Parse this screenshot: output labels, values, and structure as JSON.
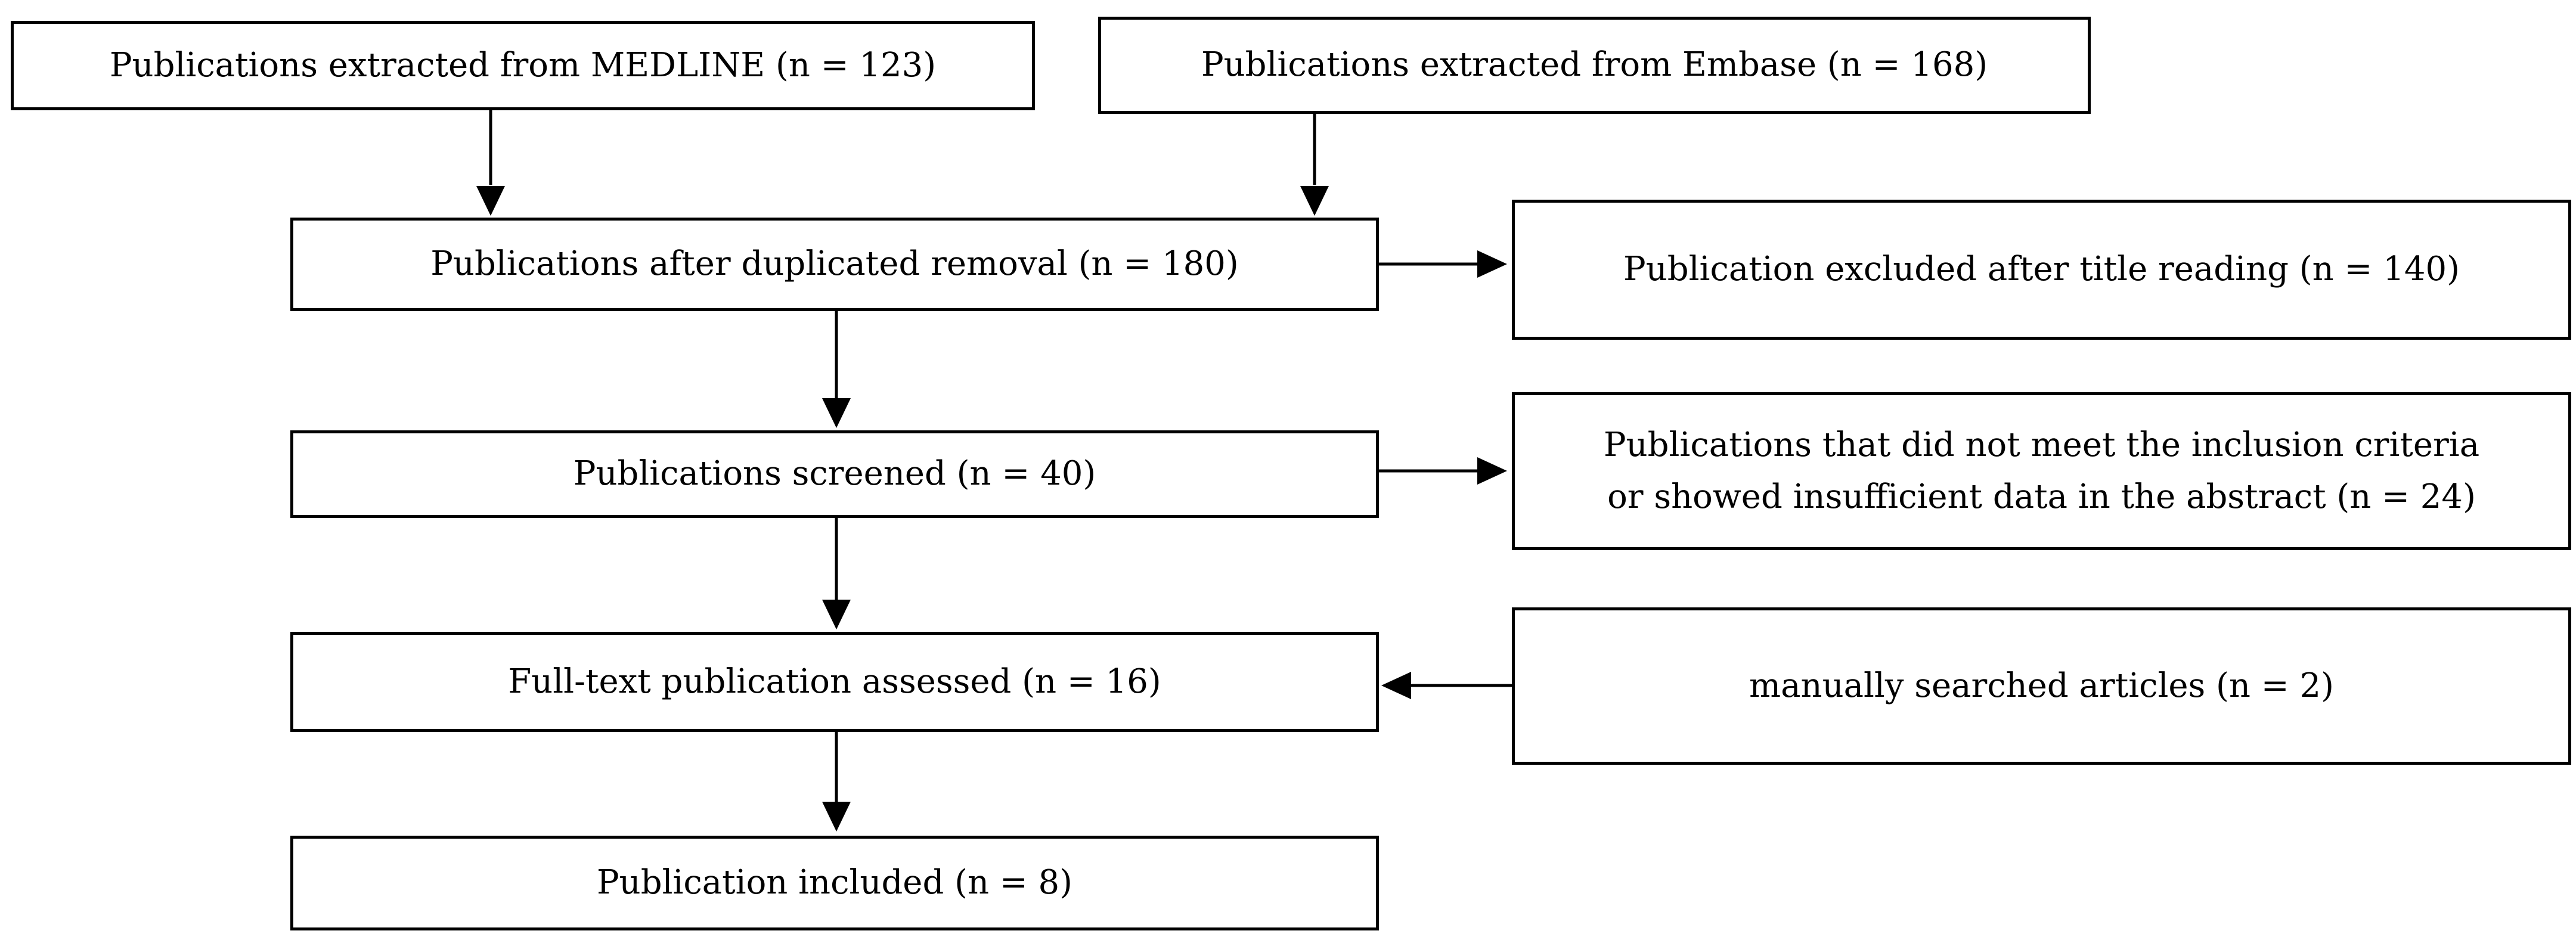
{
  "boxes": {
    "medline": "Publications extracted from MEDLINE (n = 123)",
    "embase": "Publications extracted from Embase (n = 168)",
    "after_duplicates": "Publications after duplicated removal (n = 180)",
    "excluded_title": "Publication excluded after title reading (n = 140)",
    "screened": "Publications screened (n = 40)",
    "excluded_criteria": "Publications that did not meet the inclusion criteria\nor showed insufficient data in the abstract (n = 24)",
    "full_text": "Full-text publication assessed (n = 16)",
    "manual_search": "manually searched articles (n = 2)",
    "included": "Publication included (n = 8)"
  }
}
